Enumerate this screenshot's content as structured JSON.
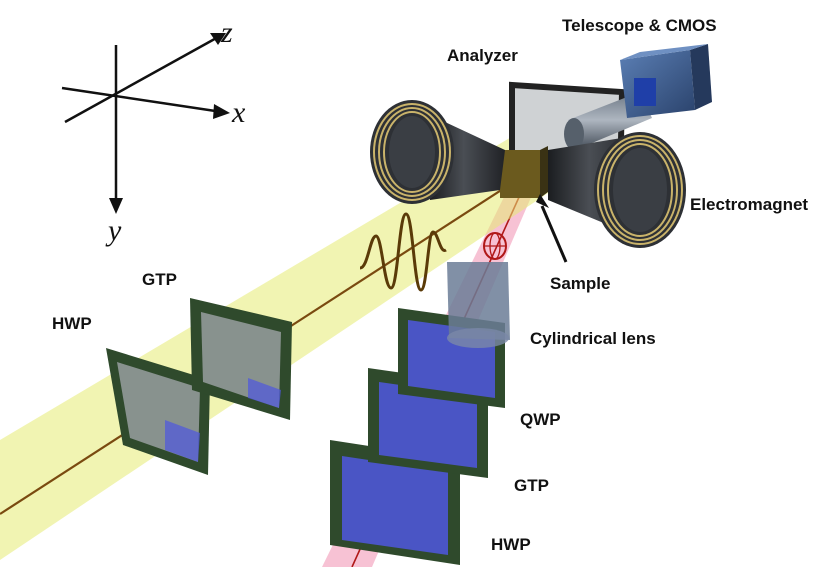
{
  "axes": {
    "x": "x",
    "y": "y",
    "z": "z"
  },
  "labels": {
    "telescope": "Telescope & CMOS",
    "analyzer": "Analyzer",
    "electromagnet": "Electromagnet",
    "sample": "Sample",
    "gtp_probe": "GTP",
    "hwp_probe": "HWP",
    "cylindrical_lens": "Cylindrical lens",
    "qwp_pump": "QWP",
    "gtp_pump": "GTP",
    "hwp_pump": "HWP"
  },
  "colors": {
    "probe_beam": "#e6eb73",
    "pump_beam": "#f08fb0",
    "plate_frame": "#2f4a2c",
    "plate_glass": "#4f57e0",
    "magnet_body": "#25282c",
    "coil": "#c9b36a",
    "camera": "#3c5f93"
  }
}
